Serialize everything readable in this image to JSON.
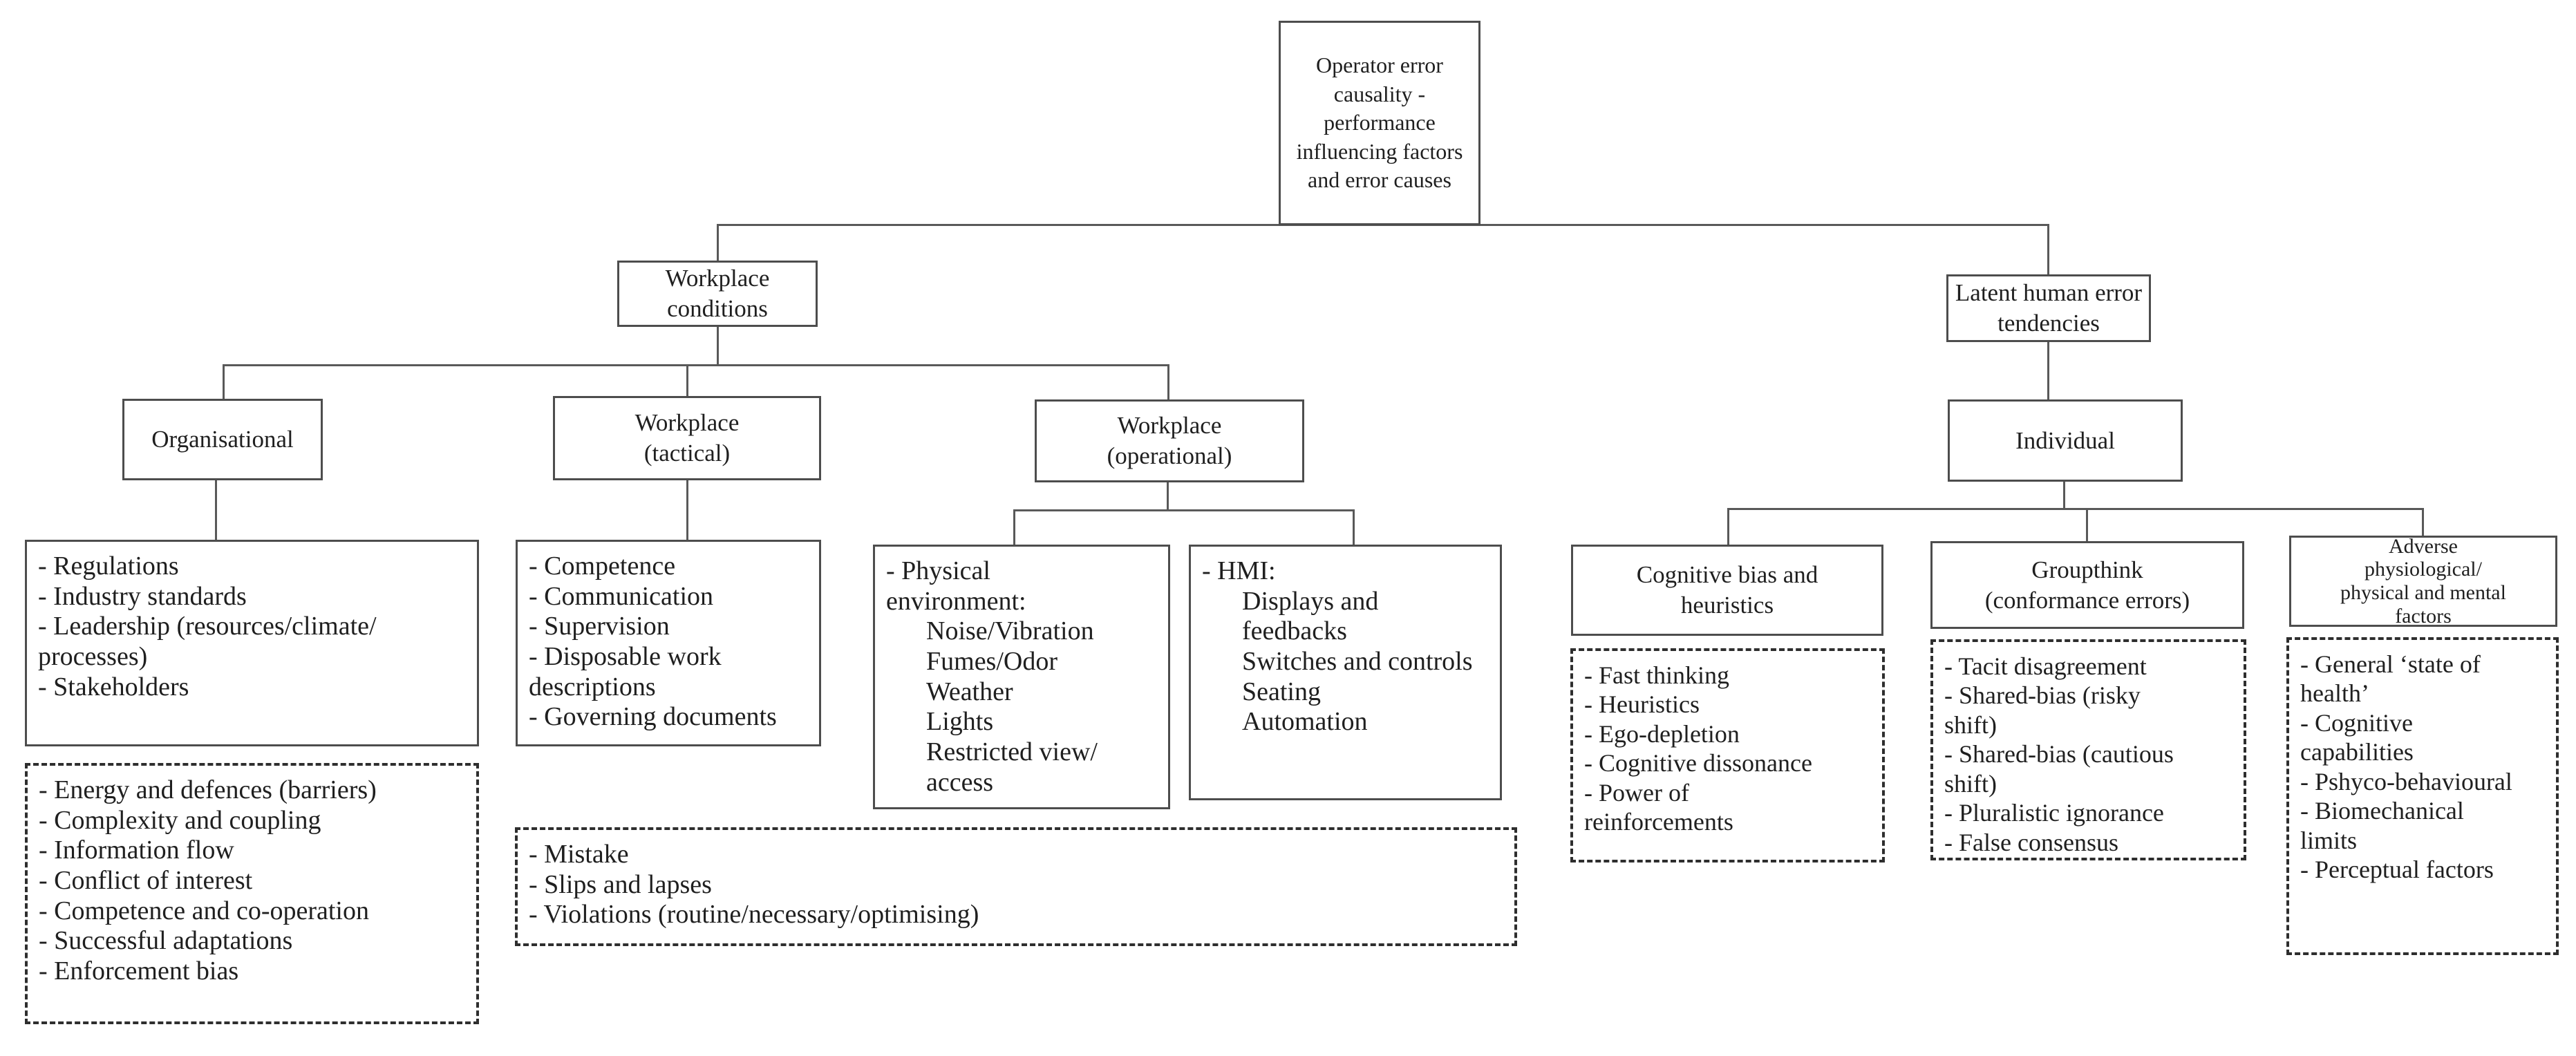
{
  "colors": {
    "background": "#ffffff",
    "solid_border": "#4d4d4d",
    "dashed_border": "#2e2e2e",
    "connector_line": "#595959",
    "text": "#1f1f1f"
  },
  "nodes": {
    "root": {
      "label": "Operator error\ncausality -\nperformance\ninfluencing factors\nand error causes"
    },
    "workplace_conditions": {
      "label": "Workplace\nconditions"
    },
    "latent_tendencies": {
      "label": "Latent human error\ntendencies"
    },
    "organisational": {
      "label": "Organisational"
    },
    "workplace_tactical": {
      "label": "Workplace\n(tactical)"
    },
    "workplace_operational": {
      "label": "Workplace\n(operational)"
    },
    "individual": {
      "label": "Individual"
    },
    "cognitive_bias": {
      "label": "Cognitive bias and\nheuristics"
    },
    "groupthink": {
      "label": "Groupthink\n(conformance errors)"
    },
    "adverse_factors": {
      "label": "Adverse\nphysiological/\nphysical and mental\nfactors"
    }
  },
  "lists": {
    "organisational_solid": {
      "items": [
        "- Regulations",
        "- Industry standards",
        "- Leadership (resources/climate/\nprocesses)",
        "- Stakeholders"
      ]
    },
    "organisational_dashed": {
      "items": [
        "- Energy and defences (barriers)",
        "- Complexity and coupling",
        "- Information flow",
        "- Conflict of interest",
        "- Competence and co-operation",
        "- Successful adaptations",
        "- Enforcement bias"
      ]
    },
    "tactical_solid": {
      "items": [
        "- Competence",
        "- Communication",
        "- Supervision",
        "- Disposable work\ndescriptions",
        "- Governing documents"
      ]
    },
    "physical_environment_solid": {
      "items": [
        "- Physical\nenvironment:",
        {
          "t": "Noise/Vibration",
          "indent": true
        },
        {
          "t": "Fumes/Odor",
          "indent": true
        },
        {
          "t": "Weather",
          "indent": true
        },
        {
          "t": "Lights",
          "indent": true
        },
        {
          "t": "Restricted view/\naccess",
          "indent": true
        }
      ]
    },
    "hmi_solid": {
      "items": [
        "- HMI:",
        {
          "t": "Displays and\nfeedbacks",
          "indent": true
        },
        {
          "t": "Switches and controls",
          "indent": true
        },
        {
          "t": "Seating",
          "indent": true
        },
        {
          "t": "Automation",
          "indent": true
        }
      ]
    },
    "error_types_dashed": {
      "items": [
        "- Mistake",
        "- Slips and lapses",
        "- Violations (routine/necessary/optimising)"
      ]
    },
    "cognitive_bias_dashed": {
      "items": [
        "- Fast thinking",
        "- Heuristics",
        "- Ego-depletion",
        "- Cognitive dissonance",
        "- Power of\nreinforcements"
      ]
    },
    "groupthink_dashed": {
      "items": [
        "- Tacit disagreement",
        "- Shared-bias (risky\nshift)",
        "- Shared-bias (cautious\nshift)",
        "- Pluralistic ignorance",
        "- False consensus"
      ]
    },
    "adverse_dashed": {
      "items": [
        "- General ‘state of\nhealth’",
        "- Cognitive\ncapabilities",
        "- Pshyco-behavioural",
        "- Biomechanical\nlimits",
        "- Perceptual factors"
      ]
    }
  }
}
